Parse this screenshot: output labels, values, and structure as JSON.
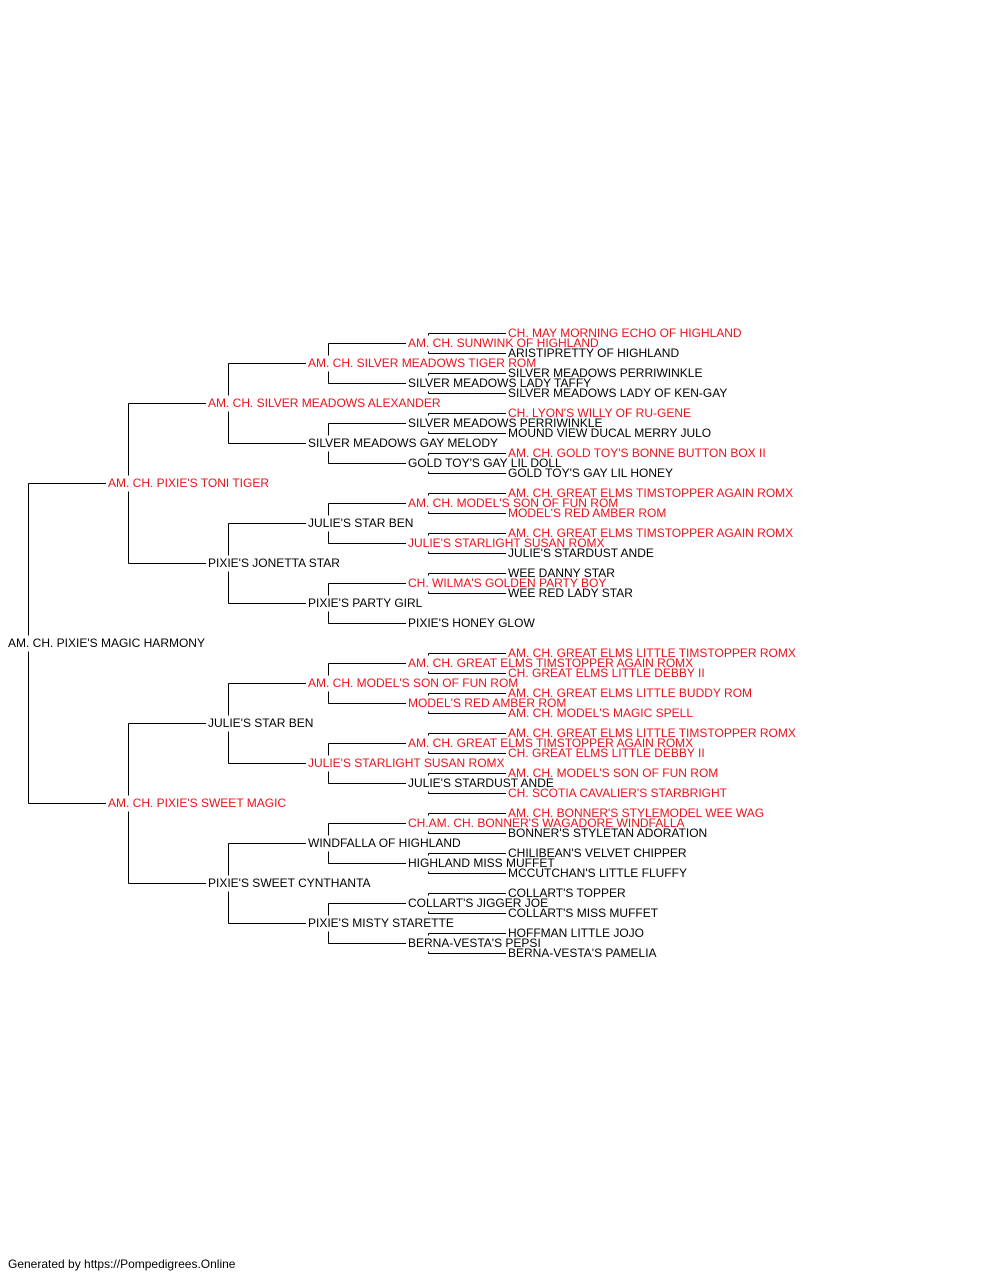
{
  "colors": {
    "champion": "#e8141c",
    "normal": "#000000",
    "line": "#000000"
  },
  "pedigree": {
    "name": "AM. CH. PIXIE'S MAGIC HARMONY",
    "champion": false,
    "sire": {
      "name": "AM. CH. PIXIE'S TONI TIGER",
      "champion": true,
      "sire": {
        "name": "AM. CH. SILVER MEADOWS ALEXANDER",
        "champion": true,
        "sire": {
          "name": "AM. CH. SILVER MEADOWS TIGER ROM",
          "champion": true,
          "sire": {
            "name": "AM. CH. SUNWINK OF HIGHLAND",
            "champion": true,
            "sire": {
              "name": "CH. MAY MORNING ECHO OF HIGHLAND",
              "champion": true
            },
            "dam": {
              "name": "ARISTIPRETTY OF HIGHLAND",
              "champion": false
            }
          },
          "dam": {
            "name": "SILVER MEADOWS LADY TAFFY",
            "champion": false,
            "sire": {
              "name": "SILVER MEADOWS PERRIWINKLE",
              "champion": false
            },
            "dam": {
              "name": "SILVER MEADOWS LADY OF KEN-GAY",
              "champion": false
            }
          }
        },
        "dam": {
          "name": "SILVER MEADOWS GAY MELODY",
          "champion": false,
          "sire": {
            "name": "SILVER MEADOWS PERRIWINKLE",
            "champion": false,
            "sire": {
              "name": "CH. LYON'S WILLY OF RU-GENE",
              "champion": true
            },
            "dam": {
              "name": "MOUND VIEW DUCAL MERRY JULO",
              "champion": false
            }
          },
          "dam": {
            "name": "GOLD TOY'S GAY LIL DOLL",
            "champion": false,
            "sire": {
              "name": "AM. CH. GOLD TOY'S BONNE BUTTON BOX II",
              "champion": true
            },
            "dam": {
              "name": "GOLD TOY'S GAY LIL HONEY",
              "champion": false
            }
          }
        }
      },
      "dam": {
        "name": "PIXIE'S JONETTA STAR",
        "champion": false,
        "sire": {
          "name": "JULIE'S STAR BEN",
          "champion": false,
          "sire": {
            "name": "AM. CH. MODEL'S SON OF FUN ROM",
            "champion": true,
            "sire": {
              "name": "AM. CH. GREAT ELMS TIMSTOPPER AGAIN ROMX",
              "champion": true
            },
            "dam": {
              "name": "MODEL'S RED AMBER ROM",
              "champion": true
            }
          },
          "dam": {
            "name": "JULIE'S STARLIGHT SUSAN ROMX",
            "champion": true,
            "sire": {
              "name": "AM. CH. GREAT ELMS TIMSTOPPER AGAIN ROMX",
              "champion": true
            },
            "dam": {
              "name": "JULIE'S STARDUST ANDE",
              "champion": false
            }
          }
        },
        "dam": {
          "name": "PIXIE'S PARTY GIRL",
          "champion": false,
          "sire": {
            "name": "CH. WILMA'S GOLDEN PARTY BOY",
            "champion": true,
            "sire": {
              "name": "WEE DANNY STAR",
              "champion": false
            },
            "dam": {
              "name": "WEE RED LADY STAR",
              "champion": false
            }
          },
          "dam": {
            "name": "PIXIE'S HONEY GLOW",
            "champion": false
          }
        }
      }
    },
    "dam": {
      "name": "AM. CH. PIXIE'S SWEET MAGIC",
      "champion": true,
      "sire": {
        "name": "JULIE'S STAR BEN",
        "champion": false,
        "sire": {
          "name": "AM. CH. MODEL'S SON OF FUN ROM",
          "champion": true,
          "sire": {
            "name": "AM. CH. GREAT ELMS TIMSTOPPER AGAIN ROMX",
            "champion": true,
            "sire": {
              "name": "AM. CH. GREAT ELMS LITTLE TIMSTOPPER ROMX",
              "champion": true
            },
            "dam": {
              "name": "CH. GREAT ELMS LITTLE DEBBY II",
              "champion": true
            }
          },
          "dam": {
            "name": "MODEL'S RED AMBER ROM",
            "champion": true,
            "sire": {
              "name": "AM. CH. GREAT ELMS LITTLE BUDDY ROM",
              "champion": true
            },
            "dam": {
              "name": "AM. CH. MODEL'S MAGIC SPELL",
              "champion": true
            }
          }
        },
        "dam": {
          "name": "JULIE'S STARLIGHT SUSAN ROMX",
          "champion": true,
          "sire": {
            "name": "AM. CH. GREAT ELMS TIMSTOPPER AGAIN ROMX",
            "champion": true,
            "sire": {
              "name": "AM. CH. GREAT ELMS LITTLE TIMSTOPPER ROMX",
              "champion": true
            },
            "dam": {
              "name": "CH. GREAT ELMS LITTLE DEBBY II",
              "champion": true
            }
          },
          "dam": {
            "name": "JULIE'S STARDUST ANDE",
            "champion": false,
            "sire": {
              "name": "AM. CH. MODEL'S SON OF FUN ROM",
              "champion": true
            },
            "dam": {
              "name": "CH. SCOTIA CAVALIER'S STARBRIGHT",
              "champion": true
            }
          }
        }
      },
      "dam": {
        "name": "PIXIE'S SWEET CYNTHANTA",
        "champion": false,
        "sire": {
          "name": "WINDFALLA OF HIGHLAND",
          "champion": false,
          "sire": {
            "name": "CH.AM. CH. BONNER'S WAGADORE WINDFALLA",
            "champion": true,
            "sire": {
              "name": "AM. CH. BONNER'S STYLEMODEL WEE WAG",
              "champion": true
            },
            "dam": {
              "name": "BONNER'S STYLETAN ADORATION",
              "champion": false
            }
          },
          "dam": {
            "name": "HIGHLAND MISS MUFFET",
            "champion": false,
            "sire": {
              "name": "CHILIBEAN'S VELVET CHIPPER",
              "champion": false
            },
            "dam": {
              "name": "MCCUTCHAN'S LITTLE FLUFFY",
              "champion": false
            }
          }
        },
        "dam": {
          "name": "PIXIE'S MISTY STARETTE",
          "champion": false,
          "sire": {
            "name": "COLLART'S JIGGER JOE",
            "champion": false,
            "sire": {
              "name": "COLLART'S TOPPER",
              "champion": false
            },
            "dam": {
              "name": "COLLART'S MISS MUFFET",
              "champion": false
            }
          },
          "dam": {
            "name": "BERNA-VESTA'S PEPSI",
            "champion": false,
            "sire": {
              "name": "HOFFMAN LITTLE JOJO",
              "champion": false
            },
            "dam": {
              "name": "BERNA-VESTA'S PAMELIA",
              "champion": false
            }
          }
        }
      }
    }
  },
  "footer": {
    "text": "Generated by https://Pompedigrees.Online"
  }
}
